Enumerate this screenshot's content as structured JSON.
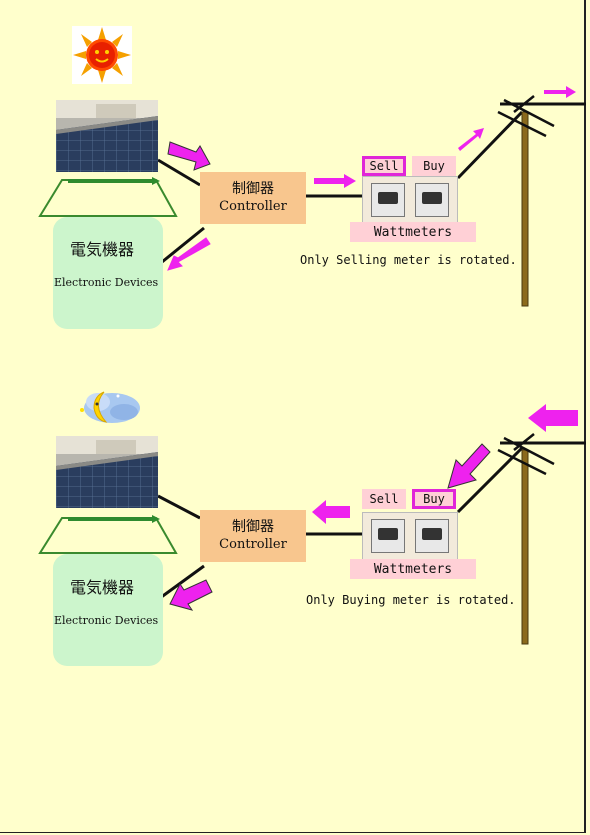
{
  "colors": {
    "background": "#ffffcc",
    "arrow": "#ee22ee",
    "device_box": "#ccf5cc",
    "controller": "#f8c68e",
    "meter_label": "#ffd0d6",
    "pole": "#8b6a1c"
  },
  "day": {
    "icon": "sun-icon",
    "controller": {
      "jp": "制御器",
      "en": "Controller"
    },
    "devices": {
      "jp": "電気機器",
      "en": "Electronic Devices"
    },
    "meter": {
      "sell": "Sell",
      "buy": "Buy",
      "label": "Wattmeters",
      "highlighted": "sell"
    },
    "note": "Only Selling meter is rotated."
  },
  "night": {
    "icon": "moon-icon",
    "controller": {
      "jp": "制御器",
      "en": "Controller"
    },
    "devices": {
      "jp": "電気機器",
      "en": "Electronic Devices"
    },
    "meter": {
      "sell": "Sell",
      "buy": "Buy",
      "label": "Wattmeters",
      "highlighted": "buy"
    },
    "note": "Only Buying meter is rotated."
  }
}
